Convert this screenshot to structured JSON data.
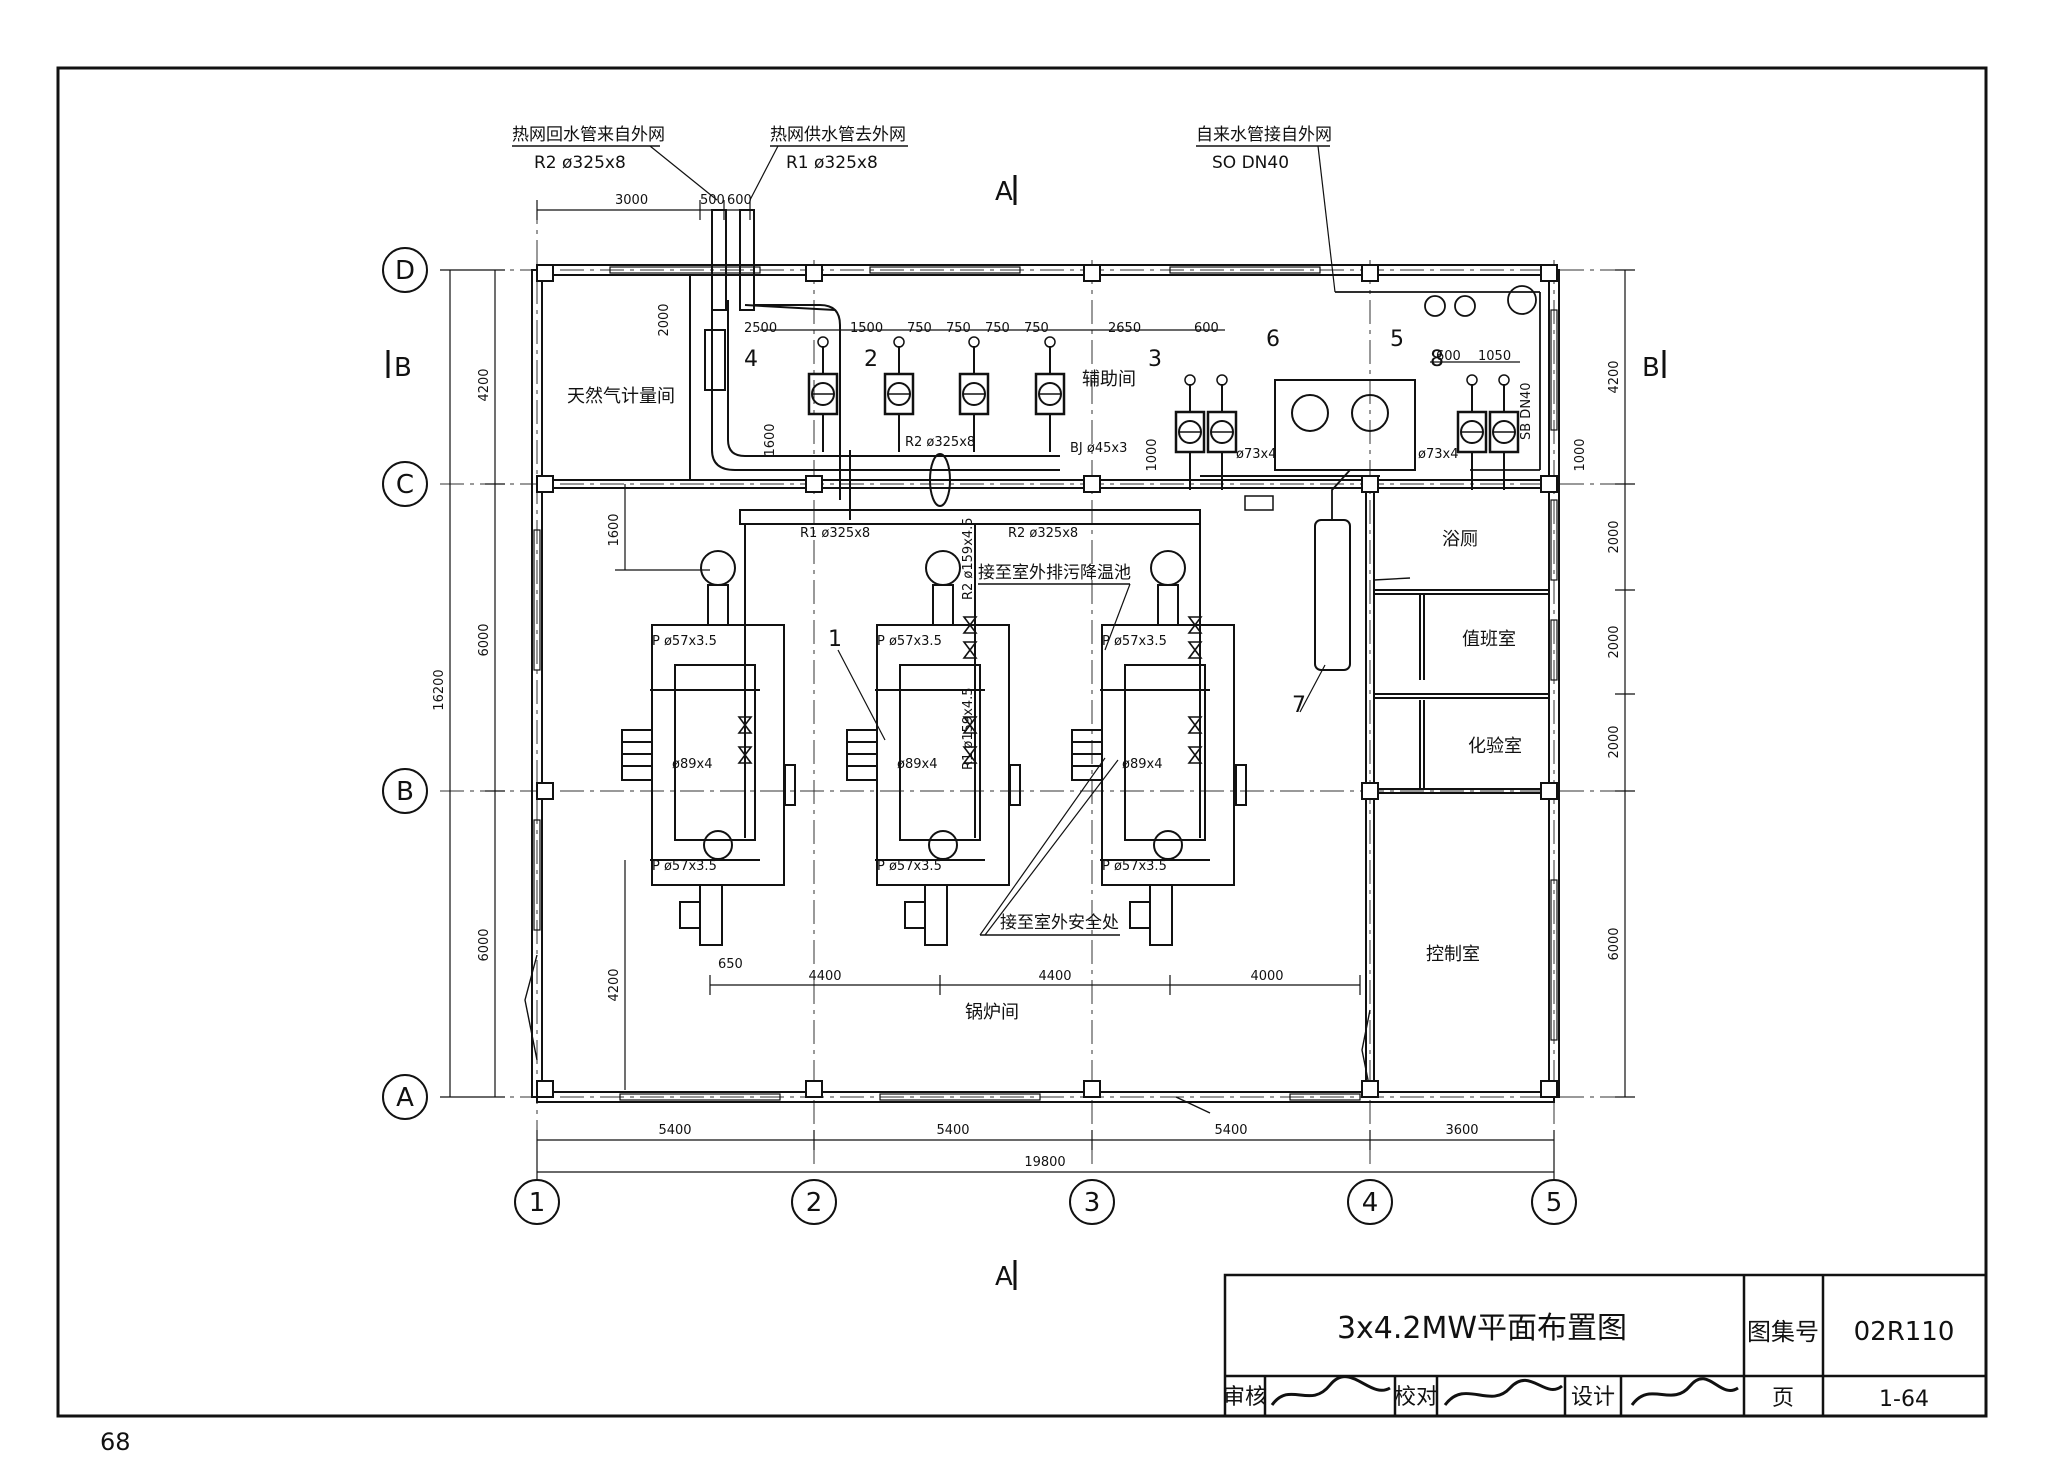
{
  "callouts": {
    "r2_in_title": "热网回水管来自外网",
    "r2_in_spec": "R2  ø325x8",
    "r1_out_title": "热网供水管去外网",
    "r1_out_spec": "R1  ø325x8",
    "water_title": "自来水管接自外网",
    "water_spec": "SO  DN40"
  },
  "section_marks": {
    "a_top": "A",
    "a_bottom": "A",
    "b_left": "B",
    "b_right": "B"
  },
  "rooms": {
    "gas_meter": "天然气计量间",
    "auxiliary": "辅助间",
    "boiler_room": "锅炉间",
    "bath": "浴厕",
    "duty": "值班室",
    "lab": "化验室",
    "control": "控制室"
  },
  "axes": {
    "rows": [
      "D",
      "C",
      "B",
      "A"
    ],
    "cols": [
      "1",
      "2",
      "3",
      "4",
      "5"
    ]
  },
  "dims": {
    "top_3000": "3000",
    "top_500": "500",
    "top_600": "600",
    "left_2000": "2000",
    "left_2500": "2500",
    "aux_1500": "1500",
    "aux_750a": "750",
    "aux_750b": "750",
    "aux_750c": "750",
    "aux_750d": "750",
    "aux_2650": "2650",
    "aux_600": "600",
    "r_600": "600",
    "r_1050": "1050",
    "v_1600a": "1600",
    "v_1000a": "1000",
    "v_1000b": "1000",
    "v_1600b": "1600",
    "v_4200": "4200",
    "left_4200": "4200",
    "left_6000a": "6000",
    "left_6000b": "6000",
    "left_16200": "16200",
    "right_4200": "4200",
    "right_2000a": "2000",
    "right_2000b": "2000",
    "right_2000c": "2000",
    "right_6000": "6000",
    "row_650": "650",
    "row_4400a": "4400",
    "row_4400b": "4400",
    "row_4000": "4000",
    "bot_5400a": "5400",
    "bot_5400b": "5400",
    "bot_5400c": "5400",
    "bot_3600": "3600",
    "bot_total": "19800"
  },
  "pipe_labels": {
    "r2_header": "R2  ø325x8",
    "r1_header": "R1 ø325x8",
    "r2_header2": "R2  ø325x8",
    "bj": "BJ  ø45x3",
    "d73a": "ø73x4",
    "d73b": "ø73x4",
    "sb": "SB  DN40",
    "r2_159": "R2 ø159x4.5",
    "r1_159": "R1 ø159x4.5",
    "p57": "P  ø57x3.5",
    "d89": "ø89x4"
  },
  "notes": {
    "sewage": "接至室外排污降温池",
    "safety": "接至室外安全处"
  },
  "equipment_numbers": [
    "1",
    "2",
    "3",
    "4",
    "5",
    "6",
    "7",
    "8"
  ],
  "title_block": {
    "title": "3x4.2MW平面布置图",
    "atlas_label": "图集号",
    "atlas_no": "02R110",
    "review": "审核",
    "check": "校对",
    "design": "设计",
    "page_label": "页",
    "page_no": "1-64"
  },
  "sheet_number": "68"
}
